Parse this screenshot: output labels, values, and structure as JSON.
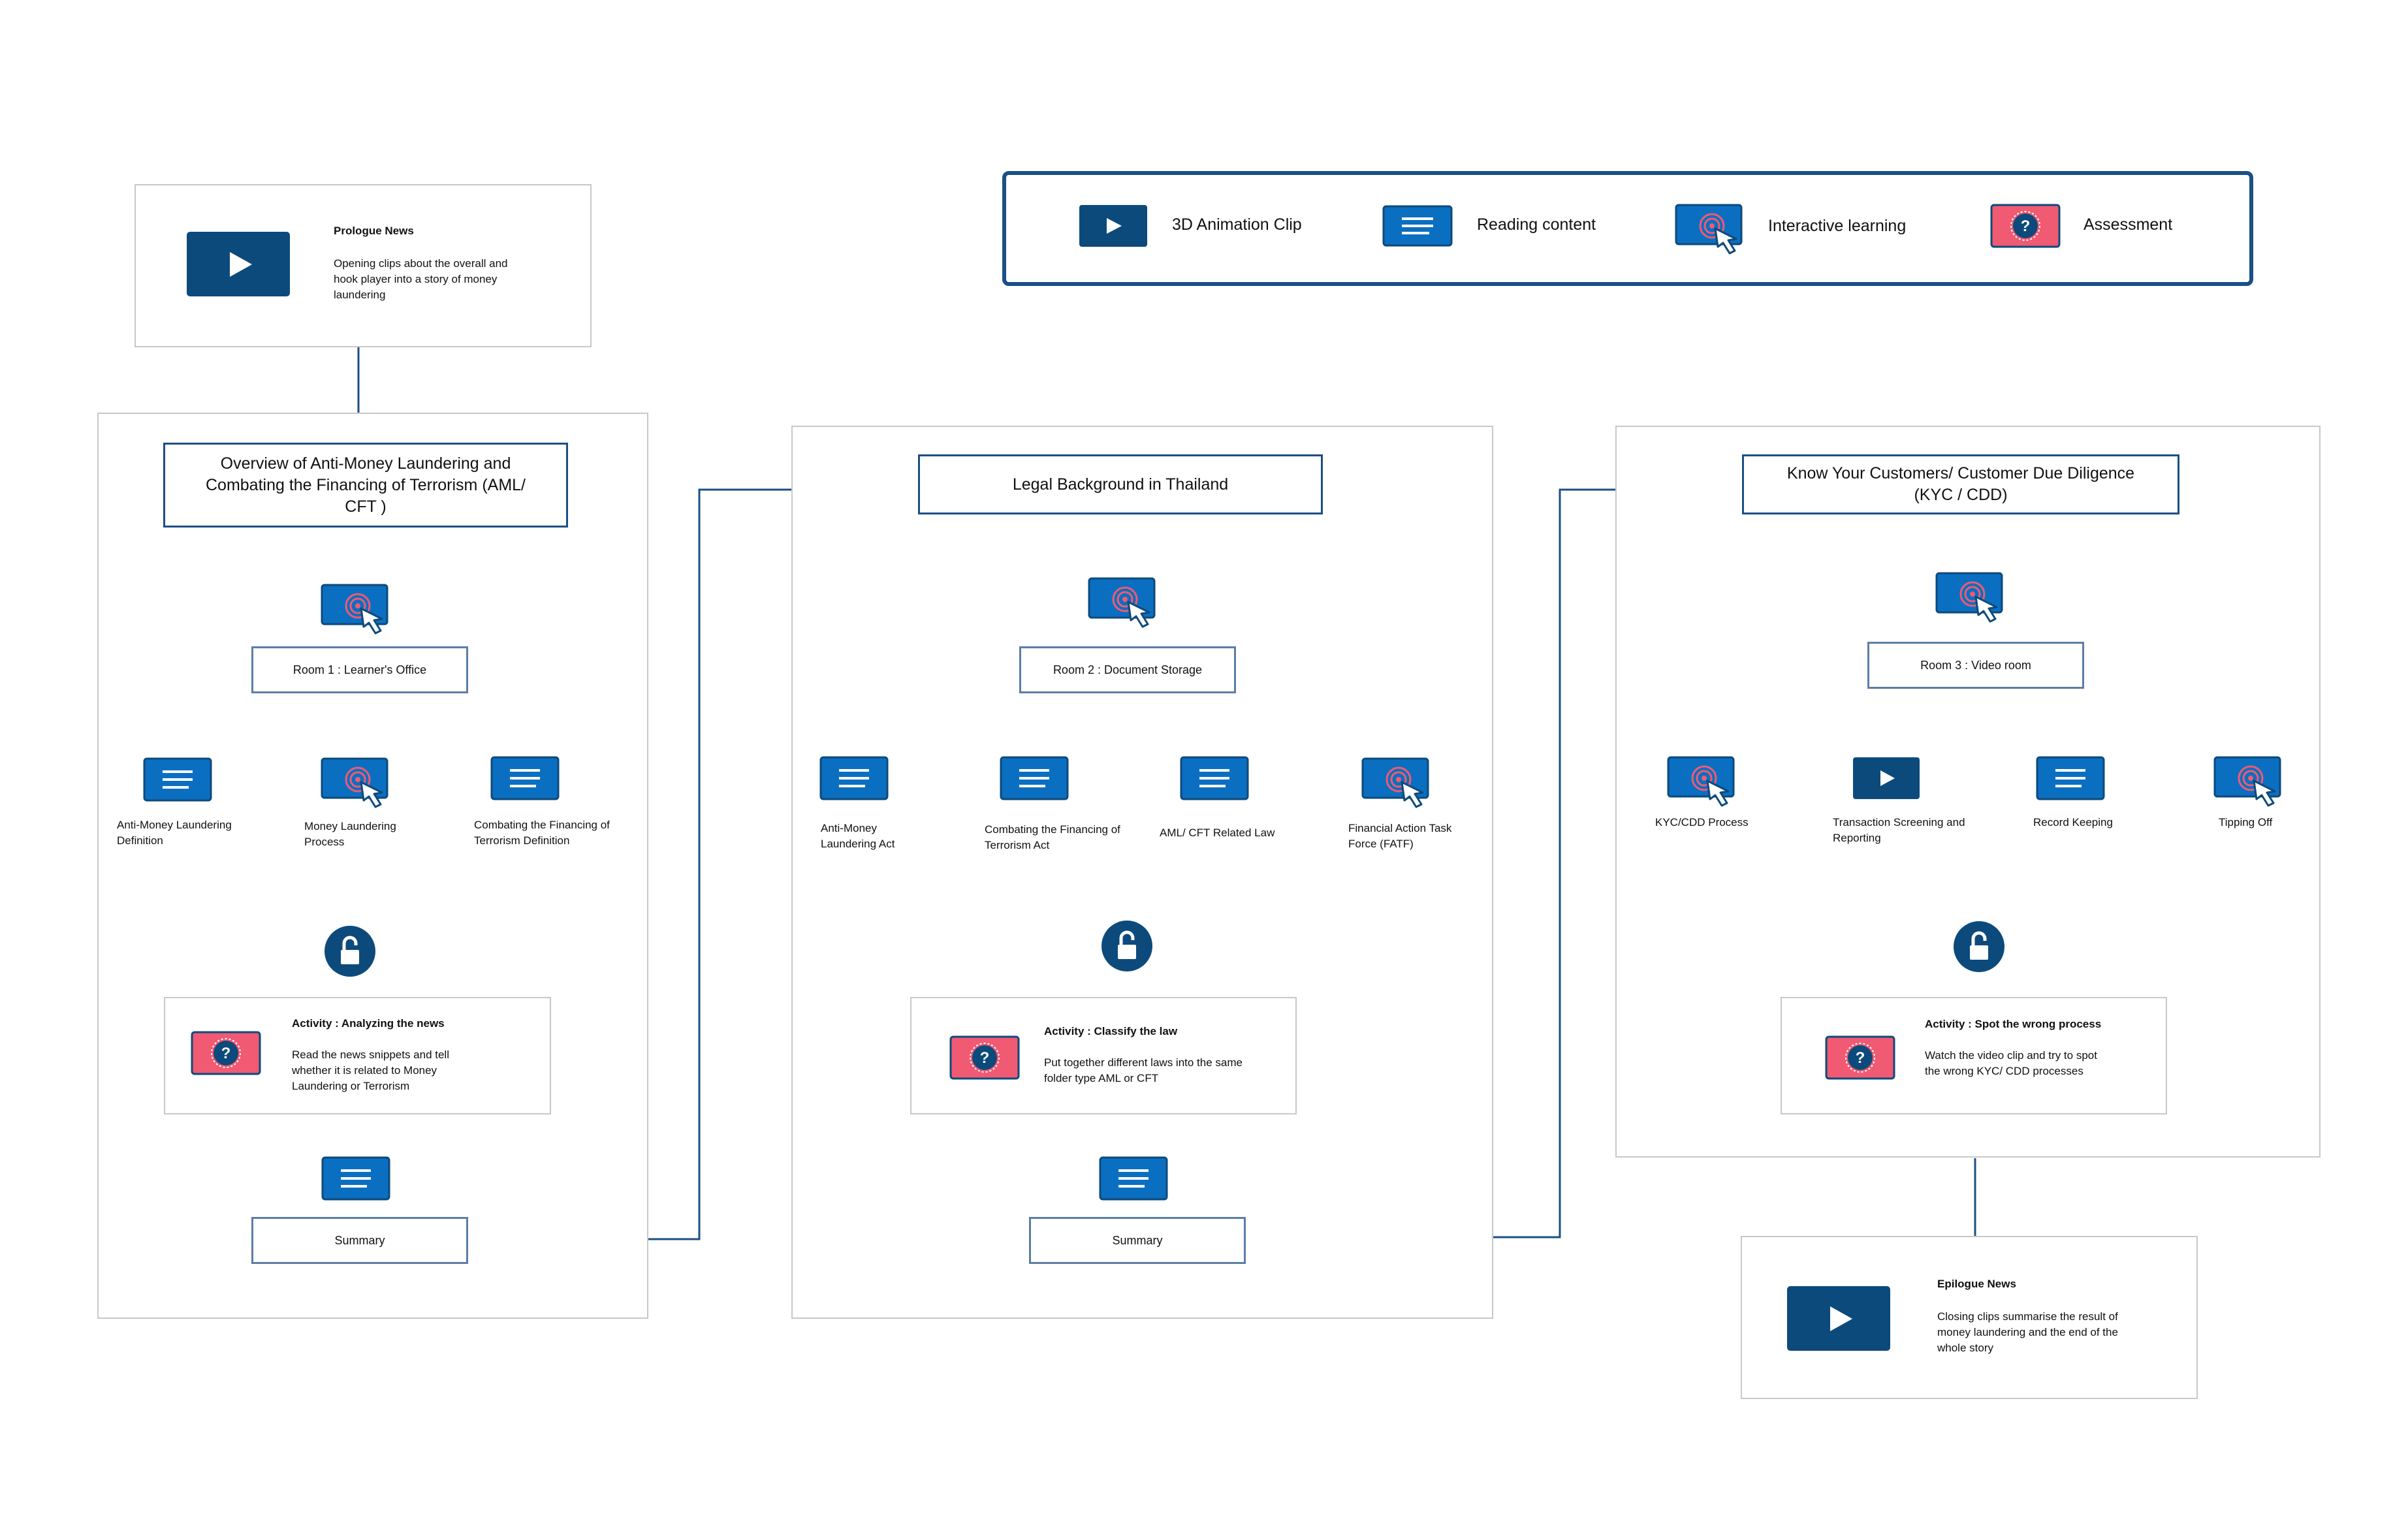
{
  "legend": {
    "animation": "3D Animation Clip",
    "reading": "Reading content",
    "interactive": "Interactive learning",
    "assessment": "Assessment"
  },
  "prologue": {
    "title": "Prologue News",
    "desc": "Opening clips about the overall and hook player into a story of money laundering",
    "icon": "play-icon"
  },
  "epilogue": {
    "title": "Epilogue News",
    "desc": "Closing clips summarise the result of money laundering and the end of the whole story",
    "icon": "play-icon"
  },
  "modules": [
    {
      "title": "Overview of Anti-Money Laundering and Combating the Financing of Terrorism (AML/ CFT )",
      "room": "Room 1 : Learner's Office",
      "items": [
        {
          "label": "Anti-Money Laundering Definition",
          "icon": "reading-icon"
        },
        {
          "label": "Money Laundering Process",
          "icon": "interactive-icon"
        },
        {
          "label": "Combating the Financing of Terrorism Definition",
          "icon": "reading-icon"
        }
      ],
      "activity": {
        "title": "Activity : Analyzing the news",
        "desc": "Read the news snippets and tell whether it is related to Money Laundering or Terrorism"
      },
      "summary": "Summary"
    },
    {
      "title": "Legal Background in Thailand",
      "room": "Room 2 : Document Storage",
      "items": [
        {
          "label": "Anti-Money Laundering Act",
          "icon": "reading-icon"
        },
        {
          "label": "Combating the Financing of Terrorism Act",
          "icon": "reading-icon"
        },
        {
          "label": "AML/ CFT Related Law",
          "icon": "reading-icon"
        },
        {
          "label": "Financial Action Task Force (FATF)",
          "icon": "interactive-icon"
        }
      ],
      "activity": {
        "title": "Activity : Classify the law",
        "desc": "Put together different laws into the same folder type AML or CFT"
      },
      "summary": "Summary"
    },
    {
      "title": "Know Your Customers/ Customer Due Diligence (KYC / CDD)",
      "room": "Room 3 :  Video room",
      "items": [
        {
          "label": "KYC/CDD Process",
          "icon": "interactive-icon"
        },
        {
          "label": "Transaction Screening and Reporting",
          "icon": "play-icon"
        },
        {
          "label": "Record Keeping",
          "icon": "reading-icon"
        },
        {
          "label": "Tipping Off",
          "icon": "interactive-icon"
        }
      ],
      "activity": {
        "title": "Activity : Spot the wrong process",
        "desc": "Watch the video clip and try to spot the wrong KYC/ CDD processes"
      }
    }
  ],
  "colors": {
    "navy": "#1b4f86",
    "blue": "#0b6fc1",
    "pink": "#f05a72",
    "dark": "#0d4a7c"
  }
}
